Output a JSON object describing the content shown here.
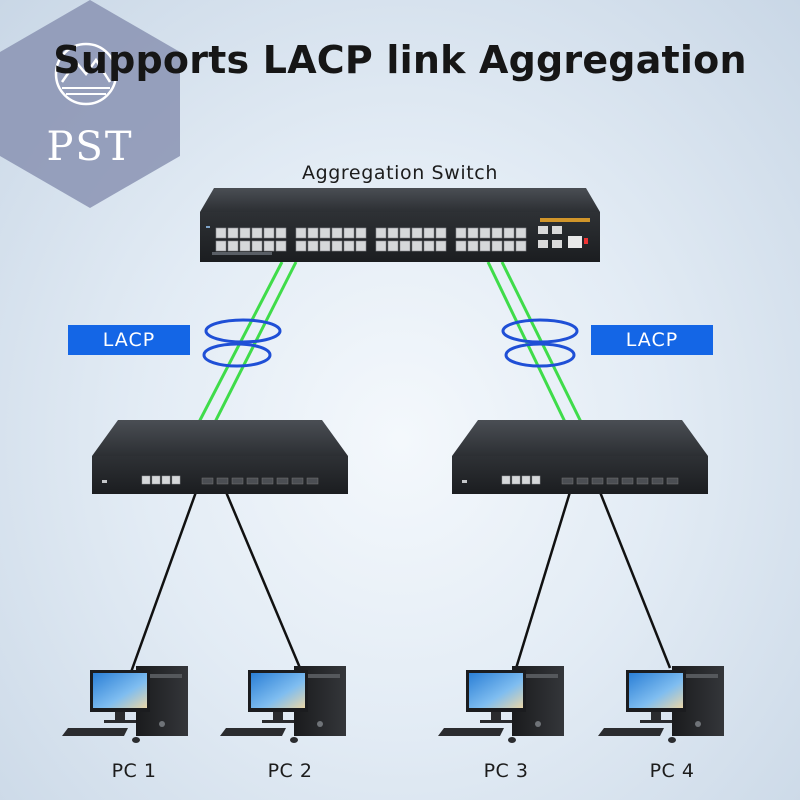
{
  "title": "Supports LACP link Aggregation",
  "aggregation_label": "Aggregation Switch",
  "lacp_left": "LACP",
  "lacp_right": "LACP",
  "logo_text": "PST",
  "pcs": [
    {
      "label": "PC 1"
    },
    {
      "label": "PC 2"
    },
    {
      "label": "PC 3"
    },
    {
      "label": "PC 4"
    }
  ],
  "colors": {
    "lacp_box": "#1466e6",
    "green_link": "#3fdc4a",
    "ring_blue": "#1f4fd6",
    "switch_body": "#2a2d31"
  }
}
